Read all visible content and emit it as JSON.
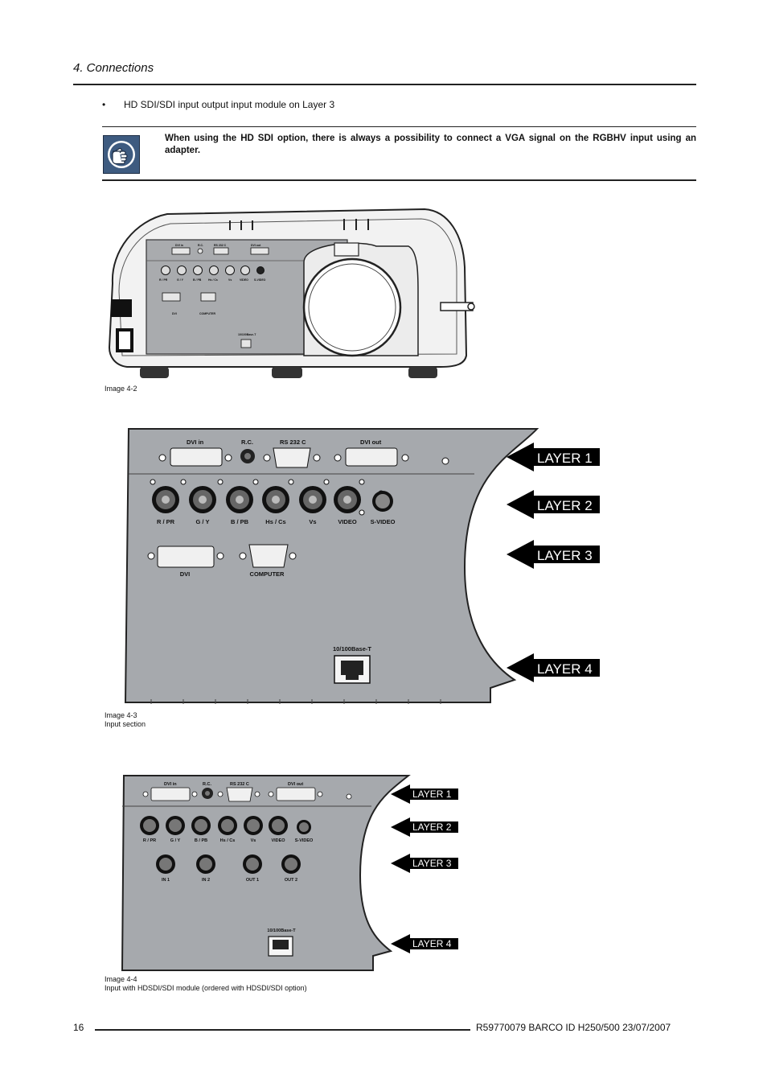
{
  "header": {
    "chapter": "4.  Connections"
  },
  "bullet": {
    "marker": "•",
    "text": "HD SDI/SDI input output input module on Layer 3"
  },
  "note": {
    "icon": "pointing-hand-icon",
    "text": "When using the HD SDI option, there is always a possibility to connect a VGA signal on the RGBHV input using an adapter."
  },
  "image2": {
    "caption": "Image 4-2",
    "panel_labels": [
      "DVI in",
      "R.C.",
      "RS 232 C",
      "DVI out",
      "R / PR",
      "G / Y",
      "B / PB",
      "Hs / Cs",
      "Vs",
      "VIDEO",
      "S-VIDEO",
      "DVI",
      "COMPUTER",
      "10/100Base-T"
    ]
  },
  "image3": {
    "caption_line1": "Image 4-3",
    "caption_line2": "Input section",
    "top_labels": {
      "dvi_in": "DVI in",
      "rc": "R.C.",
      "rs232": "RS 232 C",
      "dvi_out": "DVI out"
    },
    "bnc_labels": [
      "R / PR",
      "G / Y",
      "B / PB",
      "Hs / Cs",
      "Vs",
      "VIDEO",
      "S-VIDEO"
    ],
    "lower_labels": {
      "dvi": "DVI",
      "computer": "COMPUTER"
    },
    "network_label": "10/100Base-T",
    "layers": [
      "LAYER 1",
      "LAYER 2",
      "LAYER 3",
      "LAYER 4"
    ]
  },
  "image4": {
    "caption_line1": "Image 4-4",
    "caption_line2": "Input with HDSDI/SDI module (ordered with HDSDI/SDI option)",
    "top_labels": {
      "dvi_in": "DVI in",
      "rc": "R.C.",
      "rs232": "RS 232 C",
      "dvi_out": "DVI out"
    },
    "bnc_labels": [
      "R / PR",
      "G / Y",
      "B / PB",
      "Hs / Cs",
      "Vs",
      "VIDEO",
      "S-VIDEO"
    ],
    "sdi_labels": [
      "IN 1",
      "IN 2",
      "OUT 1",
      "OUT 2"
    ],
    "network_label": "10/100Base-T",
    "layers": [
      "LAYER 1",
      "LAYER 2",
      "LAYER 3",
      "LAYER 4"
    ]
  },
  "footer": {
    "page_number": "16",
    "reference": "R59770079   BARCO ID H250/500  23/07/2007"
  }
}
